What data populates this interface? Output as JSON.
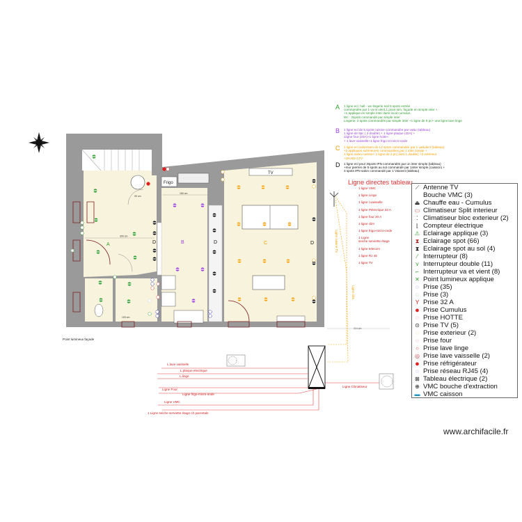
{
  "plan": {
    "rooms": {
      "a": "A",
      "b": "B",
      "c": "C",
      "d1": "D",
      "d2": "D",
      "d3": "D"
    },
    "fixtures": {
      "fridge": "Frigo",
      "tv": "TV"
    },
    "dimensions": {
      "hall": "300 cm",
      "kitchen": "160 cm",
      "closet": "90 cm",
      "outside": "314 cm",
      "lingerie": "100 cm"
    },
    "facade_label": "Point lumineux façade",
    "orange_lines": [
      "Ligne cuisine TV",
      "Ligne clim"
    ]
  },
  "notes": [
    {
      "letter": "A",
      "color": "#2e9e2e",
      "lines": [
        "1 ligne ecl. hall - wc-lingerie soit 5 spots entrée",
        "commandée par 1 va et vient,1 point lum. façade en simple inter +",
        "+1 applique en simple inter dans local cumulus.",
        "Wc : 2spots commandé par simple inter",
        "Lingerie: 2 spots commandés par simple inter +1 ligne de 6 pc+ une ligne lave linge"
      ]
    },
    {
      "letter": "B",
      "color": "#9b3fd8",
      "lines": [
        "1 ligne ecl de 5 spots cuisine commandée par va&v (tableau)",
        "1 ligne de 5pc ( 2 double) + 1 ligne plaque (32A) +",
        "1ligne four (20A)+1 ligne hotte+",
        "+ 1 lave-vaisselle+1 ligne frigo et micro-onde"
      ]
    },
    {
      "letter": "C",
      "color": "#f5a000",
      "lines": [
        "1 ligne ecl salon/sam de 12 spots commandée par 1 va&vient (tableau)",
        "+2 appliques extérieures commandées par 1 inter simple +",
        "1 ligne salon-cuisine+ 1 ligne de 4 pc( dont 1 double) +2 extérieur",
        "+1RJ45+1TV"
      ]
    },
    {
      "letter": "D",
      "color": "#111111",
      "lines": [
        "1 ligne ecl pour 3spots IPN commandés par un inter simple (tableau)",
        "+mur pierres de 5 spots au sol commandé par 1inter simple (caisson) +",
        "3 spots IPN salon commandé par 1 V&vient (tableau)"
      ]
    }
  ],
  "direct_lines": {
    "title": "Ligne directes tableau",
    "items": [
      "1 ligne VMC",
      "1 ligne Linge",
      "1 ligne l.vaisselle",
      "1 ligne Pelecrique 32 A",
      "1 ligne four 20 A",
      "1 ligne clim",
      "1 ligne frigo-micro-onde",
      "1 Ligne\nseiche serviette étage",
      "1 ligne telecom",
      "1 ligne RJ 45",
      "1 ligne TV"
    ]
  },
  "panel_lines": {
    "lave_vaisselle": "L.lave vaisselle",
    "plaque": "L.plaque electrique",
    "linge": "L.linge",
    "four": "Ligne Four",
    "frigo": "Ligne frigo-micro-onde",
    "vmc": "Ligne VMC",
    "seche": "1 Ligne seiche serviette étage ch parentale",
    "clim": "Ligne Climatiseur"
  },
  "legend": [
    {
      "icon": "antenna-icon",
      "label": "Antenne TV",
      "color": "#222"
    },
    {
      "icon": "vmc-vent-icon",
      "label": "Bouche VMC (3)",
      "color": "#fff"
    },
    {
      "icon": "water-heater-icon",
      "label": "Chauffe eau - Cumulus",
      "color": "#222"
    },
    {
      "icon": "ac-split-icon",
      "label": "Climatiseur Split interieur",
      "color": "#e04040"
    },
    {
      "icon": "ac-outdoor-icon",
      "label": "Climatiseur bloc exterieur (2)",
      "color": "#444"
    },
    {
      "icon": "meter-icon",
      "label": "Compteur électrique",
      "color": "#222"
    },
    {
      "icon": "wall-light-icon",
      "label": "Eclairage applique (3)",
      "color": "#2e9e2e"
    },
    {
      "icon": "spot-icon",
      "label": "Eclairage spot (66)",
      "color": "#b02020"
    },
    {
      "icon": "floor-spot-icon",
      "label": "Eclairage spot au sol (4)",
      "color": "#111"
    },
    {
      "icon": "switch-icon",
      "label": "Interrupteur (8)",
      "color": "#2e9e2e"
    },
    {
      "icon": "double-switch-icon",
      "label": "Interrupteur double (11)",
      "color": "#2e9e2e"
    },
    {
      "icon": "two-way-switch-icon",
      "label": "Interrupteur va et vient (8)",
      "color": "#2e9e2e"
    },
    {
      "icon": "light-point-icon",
      "label": "Point lumineux applique",
      "color": "#2e9e2e"
    },
    {
      "icon": "outlet-icon",
      "label": "Prise (35)",
      "color": "#3030c0"
    },
    {
      "icon": "outlet-green-icon",
      "label": "Prise  (3)",
      "color": "#2e9e2e"
    },
    {
      "icon": "outlet-32a-icon",
      "label": "Prise 32 A",
      "color": "#e02020"
    },
    {
      "icon": "outlet-cumulus-icon",
      "label": "Prise Cumulus",
      "color": "#e02020"
    },
    {
      "icon": "outlet-hood-icon",
      "label": "Prise HOTTE",
      "color": "#e04040"
    },
    {
      "icon": "outlet-tv-icon",
      "label": "Prise TV (5)",
      "color": "#222"
    },
    {
      "icon": "outlet-outdoor-icon",
      "label": "Prise exterieur (2)",
      "color": "#e8c000"
    },
    {
      "icon": "outlet-oven-icon",
      "label": "Prise four",
      "color": "#e04040"
    },
    {
      "icon": "outlet-washer-icon",
      "label": "Prise lave linge",
      "color": "#e04040"
    },
    {
      "icon": "outlet-dishwasher-icon",
      "label": "Prise lave vaisselle (2)",
      "color": "#e04040"
    },
    {
      "icon": "outlet-fridge-icon",
      "label": "Prise réfrigérateur",
      "color": "#e02020"
    },
    {
      "icon": "outlet-rj45-icon",
      "label": "Prise réseau RJ45 (4)",
      "color": "#3030c0"
    },
    {
      "icon": "electrical-panel-icon",
      "label": "Tableau électrique (2)",
      "color": "#222"
    },
    {
      "icon": "vmc-extraction-icon",
      "label": "VMC bouche d'extraction",
      "color": "#222"
    },
    {
      "icon": "vmc-box-icon",
      "label": "VMC caisson",
      "color": "#2090c0"
    }
  ],
  "brand": "www.archifacile.fr"
}
